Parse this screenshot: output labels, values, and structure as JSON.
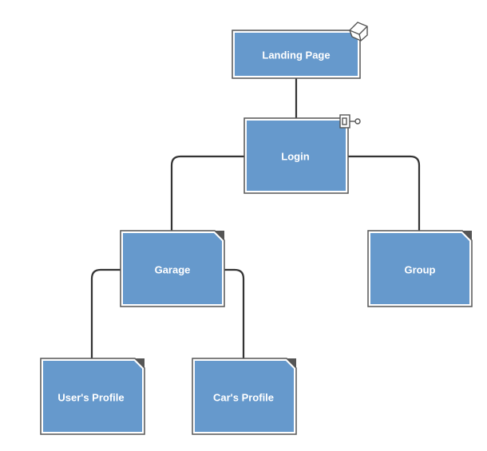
{
  "diagram": {
    "colors": {
      "node_fill": "#6699cc",
      "node_border": "#555555",
      "connector": "#333333",
      "label": "#ffffff",
      "fold": "#555555"
    },
    "nodes": {
      "landing": {
        "label": "Landing Page",
        "icon": "home-icon"
      },
      "login": {
        "label": "Login",
        "icon": "key-icon"
      },
      "garage": {
        "label": "Garage"
      },
      "group": {
        "label": "Group"
      },
      "users_profile": {
        "label": "User's Profile"
      },
      "cars_profile": {
        "label": "Car's Profile"
      }
    }
  }
}
